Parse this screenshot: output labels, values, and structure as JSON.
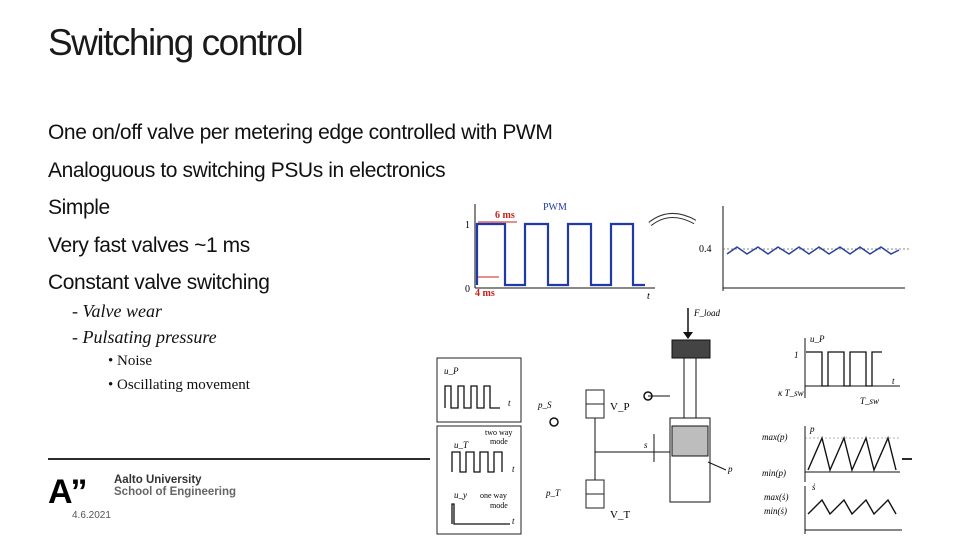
{
  "slide": {
    "title": "Switching control",
    "bullets": [
      "One on/off valve per metering edge controlled with PWM",
      "Analoguous to switching PSUs in electronics",
      "Simple",
      "Very fast valves ~1 ms",
      "Constant valve switching"
    ],
    "sub_bullets": [
      "-  Valve wear",
      "-  Pulsating pressure"
    ],
    "sub_sub_bullets": [
      "•  Noise",
      "•  Oscillating movement"
    ],
    "footer": {
      "logo_text": "A”",
      "university": "Aalto University",
      "school": "School of Engineering",
      "date": "4.6.2021"
    }
  },
  "pwm_figure": {
    "label_pwm": "PWM",
    "label_6ms": "6 ms",
    "label_4ms": "4 ms",
    "label_1": "1",
    "label_0": "0",
    "label_t": "t",
    "label_04": "0.4"
  },
  "circuit_figure": {
    "f_load": "F_load",
    "ps": "p_S",
    "vp": "V_P",
    "pt": "p_T",
    "vt": "V_T",
    "s": "s",
    "p": "p",
    "up": "u_P",
    "ut": "u_T",
    "uy": "u_y",
    "two_way_1": "two way",
    "two_way_2": "mode",
    "one_way_1": "one way",
    "one_way_2": "mode",
    "t": "t",
    "one": "1",
    "tsw": "T_sw",
    "kappa_tsw": "κ T_sw",
    "max_p": "max(p)",
    "min_p": "min(p)",
    "max_s": "max(ṡ)",
    "min_s": "min(ṡ)",
    "s_dot": "ṡ"
  },
  "colors": {
    "pwm_blue": "#1f3aa8",
    "annotation_red": "#c8221c",
    "wave_blue": "#2a3f9a"
  }
}
